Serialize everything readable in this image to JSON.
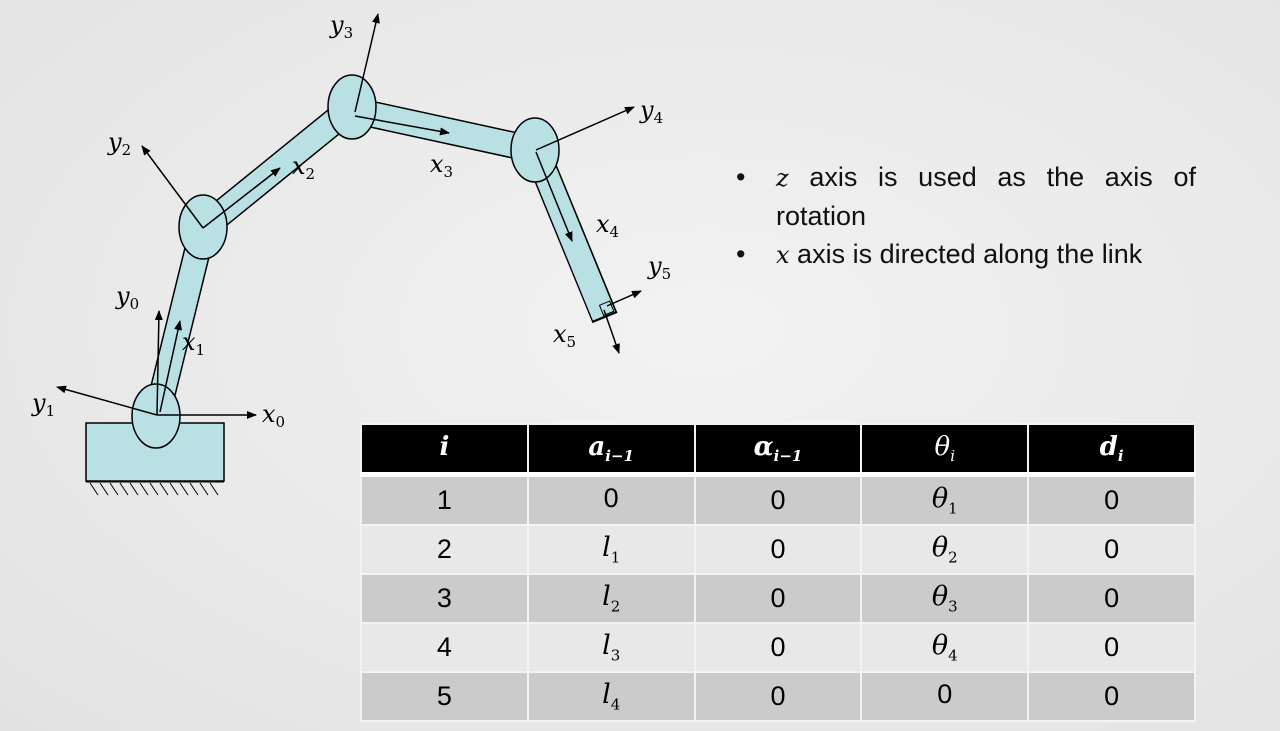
{
  "diagram": {
    "labels": {
      "y0": "y",
      "y0_sub": "0",
      "x0": "x",
      "x0_sub": "0",
      "y1": "y",
      "y1_sub": "1",
      "x1": "x",
      "x1_sub": "1",
      "y2": "y",
      "y2_sub": "2",
      "x2": "x",
      "x2_sub": "2",
      "y3": "y",
      "y3_sub": "3",
      "x3": "x",
      "x3_sub": "3",
      "y4": "y",
      "y4_sub": "4",
      "x4": "x",
      "x4_sub": "4",
      "y5": "y",
      "y5_sub": "5",
      "x5": "x",
      "x5_sub": "5"
    },
    "link_color": "#b9e0e3"
  },
  "bullets": [
    {
      "var": "z",
      "text": " axis is used as the axis of rotation"
    },
    {
      "var": "x",
      "text": " axis is directed along the link"
    }
  ],
  "table": {
    "headers": [
      {
        "main": "i",
        "sub": ""
      },
      {
        "main": "a",
        "sub": "i−1"
      },
      {
        "main": "α",
        "sub": "i−1"
      },
      {
        "main": "θ",
        "sub": "i"
      },
      {
        "main": "d",
        "sub": "i"
      }
    ],
    "rows": [
      {
        "i": "1",
        "a": "0",
        "a_sub": "",
        "alpha": "0",
        "theta": "θ",
        "theta_sub": "1",
        "d": "0"
      },
      {
        "i": "2",
        "a": "l",
        "a_sub": "1",
        "alpha": "0",
        "theta": "θ",
        "theta_sub": "2",
        "d": "0"
      },
      {
        "i": "3",
        "a": "l",
        "a_sub": "2",
        "alpha": "0",
        "theta": "θ",
        "theta_sub": "3",
        "d": "0"
      },
      {
        "i": "4",
        "a": "l",
        "a_sub": "3",
        "alpha": "0",
        "theta": "θ",
        "theta_sub": "4",
        "d": "0"
      },
      {
        "i": "5",
        "a": "l",
        "a_sub": "4",
        "alpha": "0",
        "theta": "0",
        "theta_sub": "",
        "d": "0"
      }
    ]
  }
}
